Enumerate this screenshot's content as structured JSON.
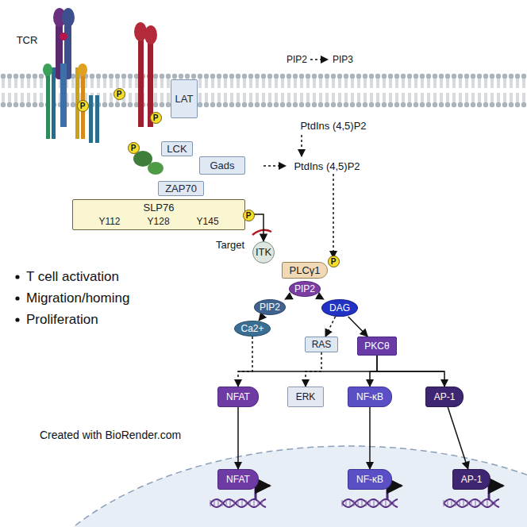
{
  "diagram": {
    "nodes": [
      {
        "text": [
          "LAT"
        ]
      },
      {
        "text": [
          "LCK"
        ]
      },
      {
        "text": [
          "Gads"
        ]
      },
      {
        "text": [
          "ZAP70"
        ]
      },
      {
        "text": [
          "SLP76",
          "Y112",
          "Y128",
          "Y145"
        ]
      },
      {
        "text": [
          "ITK"
        ]
      },
      {
        "text": [
          "PLCγ1"
        ]
      },
      {
        "text": [
          "PIP2"
        ]
      },
      {
        "text": [
          "PIP2"
        ]
      },
      {
        "text": [
          "DAG"
        ]
      },
      {
        "text": [
          "Ca2+"
        ]
      },
      {
        "text": [
          "RAS"
        ]
      },
      {
        "text": [
          "PKCθ"
        ]
      },
      {
        "text": [
          "NFAT"
        ]
      },
      {
        "text": [
          "ERK"
        ]
      },
      {
        "text": [
          "NF-κB"
        ]
      },
      {
        "text": [
          "AP-1"
        ]
      },
      {
        "text": [
          "NFAT"
        ]
      },
      {
        "text": [
          "NF-κB"
        ]
      },
      {
        "text": [
          "AP-1"
        ]
      }
    ],
    "edges": [
      {
        "from": 4,
        "to": 5,
        "arrow": "to"
      },
      {
        "from": 7,
        "to": 8,
        "arrow": "to"
      },
      {
        "from": 7,
        "to": 9,
        "arrow": "to"
      },
      {
        "from": 8,
        "to": 10,
        "arrow": "to"
      },
      {
        "from": 9,
        "to": 11,
        "arrow": "to"
      },
      {
        "from": 9,
        "to": 12,
        "arrow": "to"
      },
      {
        "from": 10,
        "to": 13,
        "arrow": "to"
      },
      {
        "from": 11,
        "to": 14,
        "arrow": "to"
      },
      {
        "from": 12,
        "to": 15,
        "arrow": "to"
      },
      {
        "from": 12,
        "to": 16,
        "arrow": "to"
      },
      {
        "from": 13,
        "to": 17,
        "arrow": "to"
      },
      {
        "from": 15,
        "to": 18,
        "arrow": "to"
      },
      {
        "from": 16,
        "to": 19,
        "arrow": "to"
      }
    ],
    "labels": [
      "TCR",
      "PIP2",
      "PIP3",
      "PtdIns (4,5)P2",
      "PtdIns (4,5)P2",
      "P",
      "P",
      "P",
      "P",
      "P",
      "Target",
      "P",
      "T cell activation",
      "Migration/homing",
      "Proliferation",
      "Created with BioRender.com"
    ]
  }
}
